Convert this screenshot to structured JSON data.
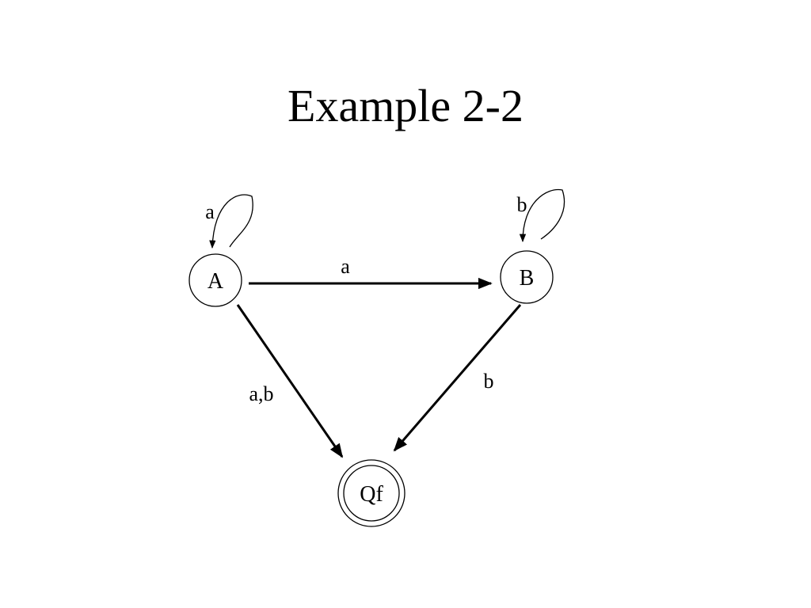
{
  "slide": {
    "title": "Example 2-2"
  },
  "automaton": {
    "states": [
      {
        "id": "A",
        "label": "A",
        "accepting": false
      },
      {
        "id": "B",
        "label": "B",
        "accepting": false
      },
      {
        "id": "Qf",
        "label": "Qf",
        "accepting": true
      }
    ],
    "transitions": [
      {
        "from": "A",
        "to": "A",
        "label": "a"
      },
      {
        "from": "B",
        "to": "B",
        "label": "b"
      },
      {
        "from": "A",
        "to": "B",
        "label": "a"
      },
      {
        "from": "A",
        "to": "Qf",
        "label": "a,b"
      },
      {
        "from": "B",
        "to": "Qf",
        "label": "b"
      }
    ]
  },
  "colors": {
    "stroke": "#000000",
    "background": "#ffffff"
  }
}
